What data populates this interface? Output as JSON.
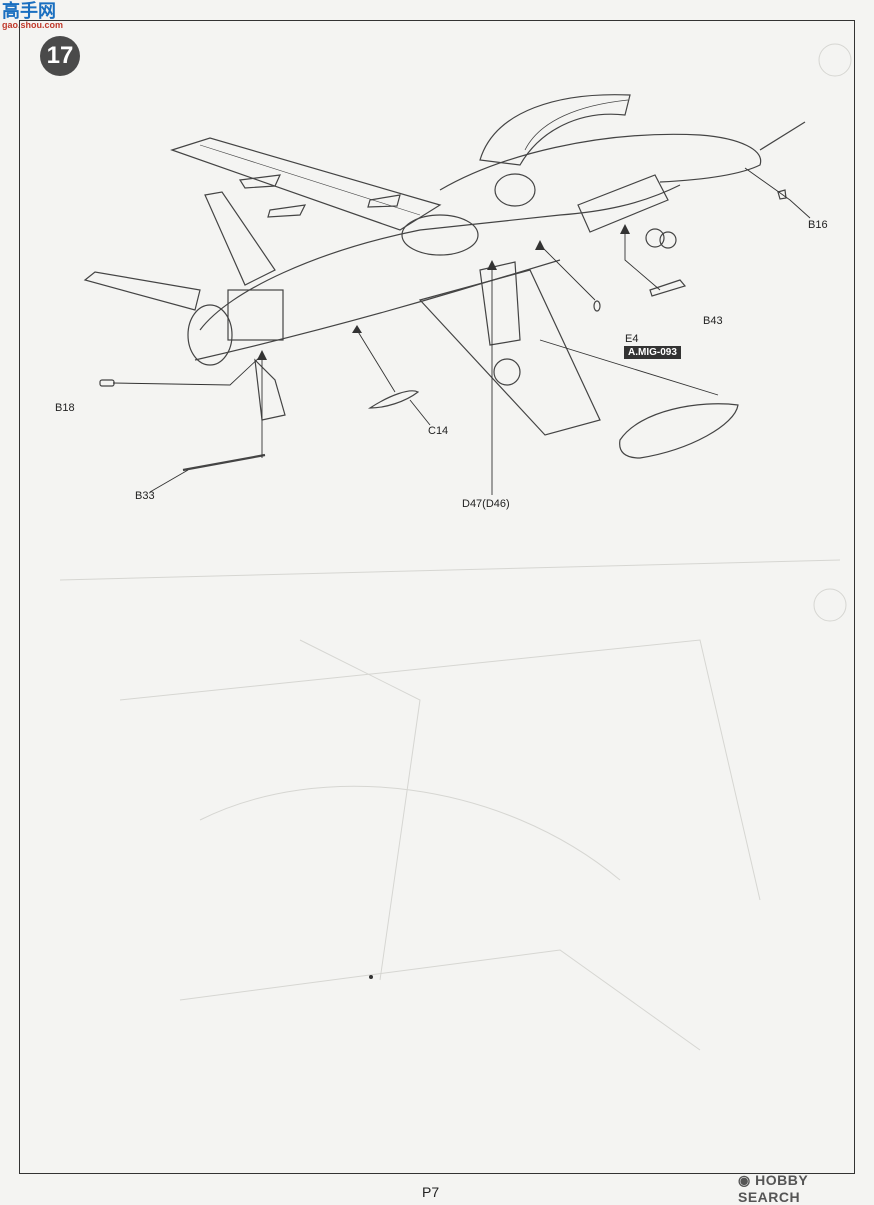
{
  "watermark": {
    "logo_text": "高手网",
    "logo_sub": "gao.shou.com"
  },
  "step": {
    "number": "17"
  },
  "parts": [
    {
      "id": "B16",
      "label": "B16"
    },
    {
      "id": "B43",
      "label": "B43"
    },
    {
      "id": "E4",
      "label": "E4"
    },
    {
      "id": "B18",
      "label": "B18"
    },
    {
      "id": "C14",
      "label": "C14"
    },
    {
      "id": "B33",
      "label": "B33"
    },
    {
      "id": "D47",
      "label": "D47(D46)"
    }
  ],
  "tag": {
    "label": "A.MIG-093"
  },
  "footer": {
    "page": "P7",
    "brand": "HOBBY SEARCH"
  }
}
